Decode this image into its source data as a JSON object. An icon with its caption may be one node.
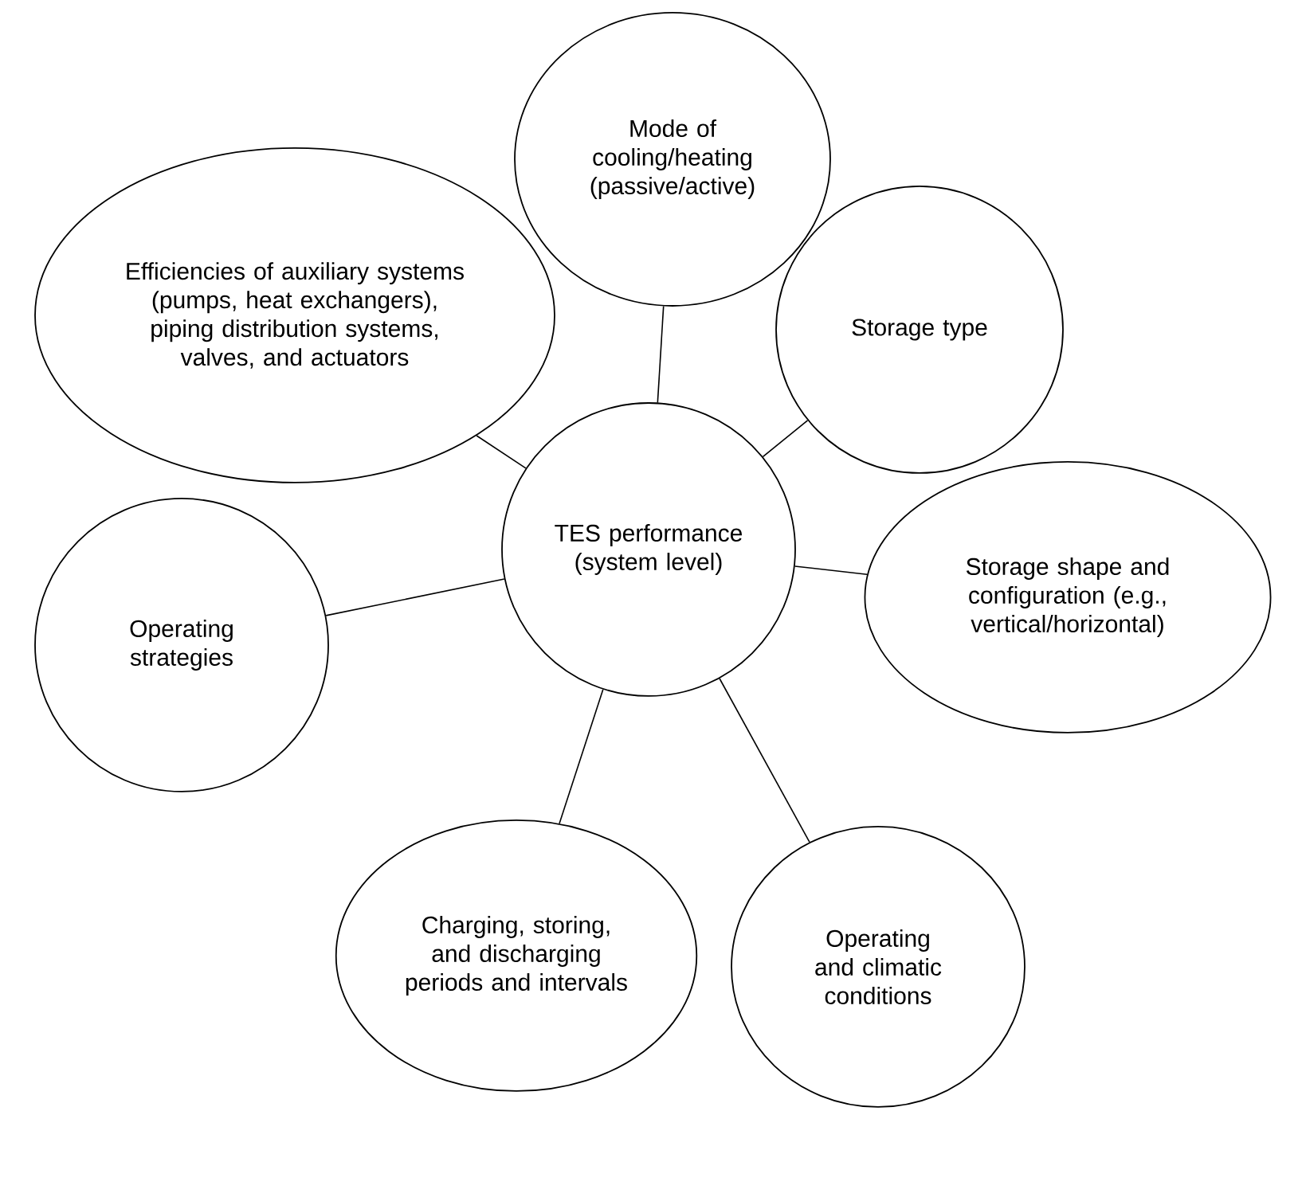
{
  "diagram": {
    "nodes": [
      {
        "text": [
          "TES performance (system level)"
        ]
      },
      {
        "text": [
          "Mode of cooling/heating (passive/active)"
        ]
      },
      {
        "text": [
          "Storage type"
        ]
      },
      {
        "text": [
          "Storage shape and configuration (e.g., vertical/horizontal)"
        ]
      },
      {
        "text": [
          "Operating and climatic conditions"
        ]
      },
      {
        "text": [
          "Charging, storing, and discharging periods and intervals"
        ]
      },
      {
        "text": [
          "Operating strategies"
        ]
      },
      {
        "text": [
          "Efficiencies of auxiliary systems (pumps, heat exchangers), piping distribution systems, valves, and actuators"
        ]
      }
    ],
    "edges": [
      {
        "from": 0,
        "to": 1,
        "arrow": "none"
      },
      {
        "from": 0,
        "to": 2,
        "arrow": "none"
      },
      {
        "from": 0,
        "to": 3,
        "arrow": "none"
      },
      {
        "from": 0,
        "to": 4,
        "arrow": "none"
      },
      {
        "from": 0,
        "to": 5,
        "arrow": "none"
      },
      {
        "from": 0,
        "to": 6,
        "arrow": "none"
      },
      {
        "from": 0,
        "to": 7,
        "arrow": "none"
      }
    ]
  }
}
